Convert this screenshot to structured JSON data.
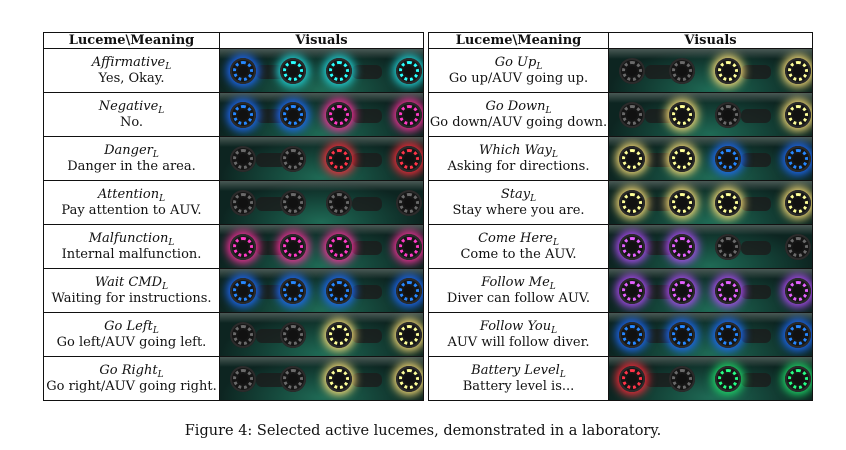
{
  "headers": {
    "meaning": "Luceme\\Meaning",
    "visuals": "Visuals"
  },
  "colors": {
    "blue": "#1e6cff",
    "cyan": "#22d3d8",
    "red": "#ff2a3a",
    "pink": "#ff2f9e",
    "gold": "#ffe27a",
    "purple": "#b64dff",
    "green": "#1fdc6a",
    "off": "#5e5e5e"
  },
  "left_rows": [
    {
      "name": "Affirmative",
      "sub": "L",
      "desc": "Yes, Okay.",
      "lamps": [
        "blue",
        "cyan",
        "cyan",
        "cyan"
      ]
    },
    {
      "name": "Negative",
      "sub": "L",
      "desc": "No.",
      "lamps": [
        "blue",
        "blue",
        "pink",
        "pink"
      ]
    },
    {
      "name": "Danger",
      "sub": "L",
      "desc": "Danger in the area.",
      "lamps": [
        "off",
        "off",
        "red",
        "red"
      ]
    },
    {
      "name": "Attention",
      "sub": "L",
      "desc": "Pay attention to AUV.",
      "lamps": [
        "off",
        "off",
        "off",
        "off"
      ]
    },
    {
      "name": "Malfunction",
      "sub": "L",
      "desc": "Internal malfunction.",
      "lamps": [
        "pink",
        "pink",
        "pink",
        "pink"
      ]
    },
    {
      "name": "Wait CMD",
      "sub": "L",
      "desc": "Waiting for instructions.",
      "lamps": [
        "blue",
        "blue",
        "blue",
        "blue"
      ]
    },
    {
      "name": "Go Left",
      "sub": "L",
      "desc": "Go left/AUV going left.",
      "lamps": [
        "off",
        "off",
        "gold",
        "gold"
      ]
    },
    {
      "name": "Go Right",
      "sub": "L",
      "desc": "Go right/AUV going right.",
      "lamps": [
        "off",
        "off",
        "gold",
        "gold"
      ]
    }
  ],
  "right_rows": [
    {
      "name": "Go Up",
      "sub": "L",
      "desc": "Go up/AUV going up.",
      "lamps": [
        "off",
        "off",
        "gold",
        "gold"
      ]
    },
    {
      "name": "Go Down",
      "sub": "L",
      "desc": "Go down/AUV going down.",
      "lamps": [
        "off",
        "gold",
        "off",
        "gold"
      ]
    },
    {
      "name": "Which Way",
      "sub": "L",
      "desc": "Asking for directions.",
      "lamps": [
        "gold",
        "gold",
        "blue",
        "blue"
      ]
    },
    {
      "name": "Stay",
      "sub": "L",
      "desc": "Stay where you are.",
      "lamps": [
        "gold",
        "gold",
        "gold",
        "gold"
      ]
    },
    {
      "name": "Come Here",
      "sub": "L",
      "desc": "Come to the AUV.",
      "lamps": [
        "purple",
        "purple",
        "off",
        "off"
      ]
    },
    {
      "name": "Follow Me",
      "sub": "L",
      "desc": "Diver can follow AUV.",
      "lamps": [
        "purple",
        "purple",
        "purple",
        "purple"
      ]
    },
    {
      "name": "Follow You",
      "sub": "L",
      "desc": "AUV will follow diver.",
      "lamps": [
        "blue",
        "blue",
        "blue",
        "blue"
      ]
    },
    {
      "name": "Battery Level",
      "sub": "L",
      "desc": "Battery level is...",
      "lamps": [
        "red",
        "off",
        "green",
        "green"
      ]
    }
  ],
  "caption": "Figure 4: Selected active lucemes, demonstrated in a laboratory."
}
